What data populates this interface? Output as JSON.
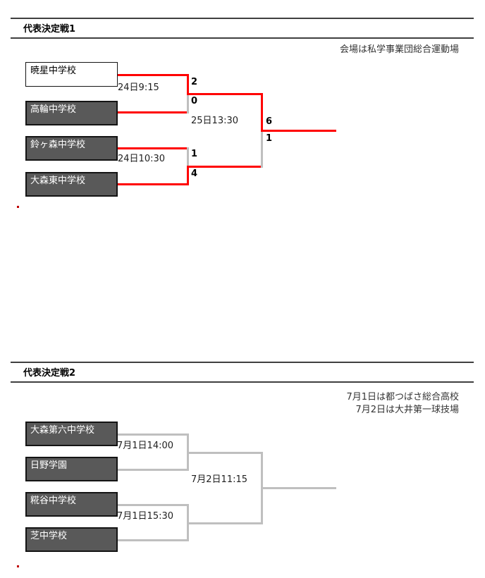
{
  "colors": {
    "winner_path": "#ff0000",
    "pending_path": "#bfbfbf",
    "team_box_fill": "#595959",
    "rule": "#3f3f3f"
  },
  "brackets": [
    {
      "title": "代表決定戦1",
      "notes": [
        "会場は私学事業団総合運動場"
      ],
      "teams": [
        "暁星中学校",
        "高輪中学校",
        "鈴ヶ森中学校",
        "大森東中学校"
      ],
      "matches": [
        {
          "time": "24日9:15",
          "top_score": "2",
          "bottom_score": "0"
        },
        {
          "time": "24日10:30",
          "top_score": "1",
          "bottom_score": "4"
        },
        {
          "time": "25日13:30",
          "top_score": "6",
          "bottom_score": "1"
        }
      ]
    },
    {
      "title": "代表決定戦2",
      "notes": [
        "7月1日は都つばさ総合高校",
        "7月2日は大井第一球技場"
      ],
      "teams": [
        "大森第六中学校",
        "日野学園",
        "糀谷中学校",
        "芝中学校"
      ],
      "matches": [
        {
          "time": "7月1日14:00"
        },
        {
          "time": "7月1日15:30"
        },
        {
          "time": "7月2日11:15"
        }
      ]
    }
  ]
}
